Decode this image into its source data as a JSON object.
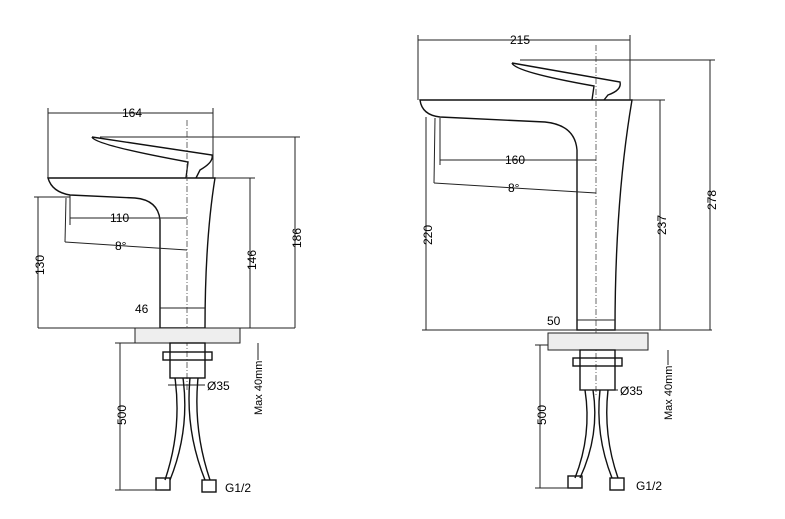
{
  "left_faucet": {
    "width": "164",
    "spout_reach": "110",
    "angle": "8°",
    "spout_height": "130",
    "body_height": "146",
    "total_height": "186",
    "base_diameter": "46",
    "nut_diameter": "Ø35",
    "max_thickness": "Max 40mm",
    "hose_length": "500",
    "thread": "G1/2"
  },
  "right_faucet": {
    "width": "215",
    "spout_reach": "160",
    "angle": "8°",
    "spout_height": "220",
    "body_height": "237",
    "total_height": "278",
    "base_diameter": "50",
    "nut_diameter": "Ø35",
    "max_thickness": "Max 40mm",
    "hose_length": "500",
    "thread": "G1/2"
  }
}
